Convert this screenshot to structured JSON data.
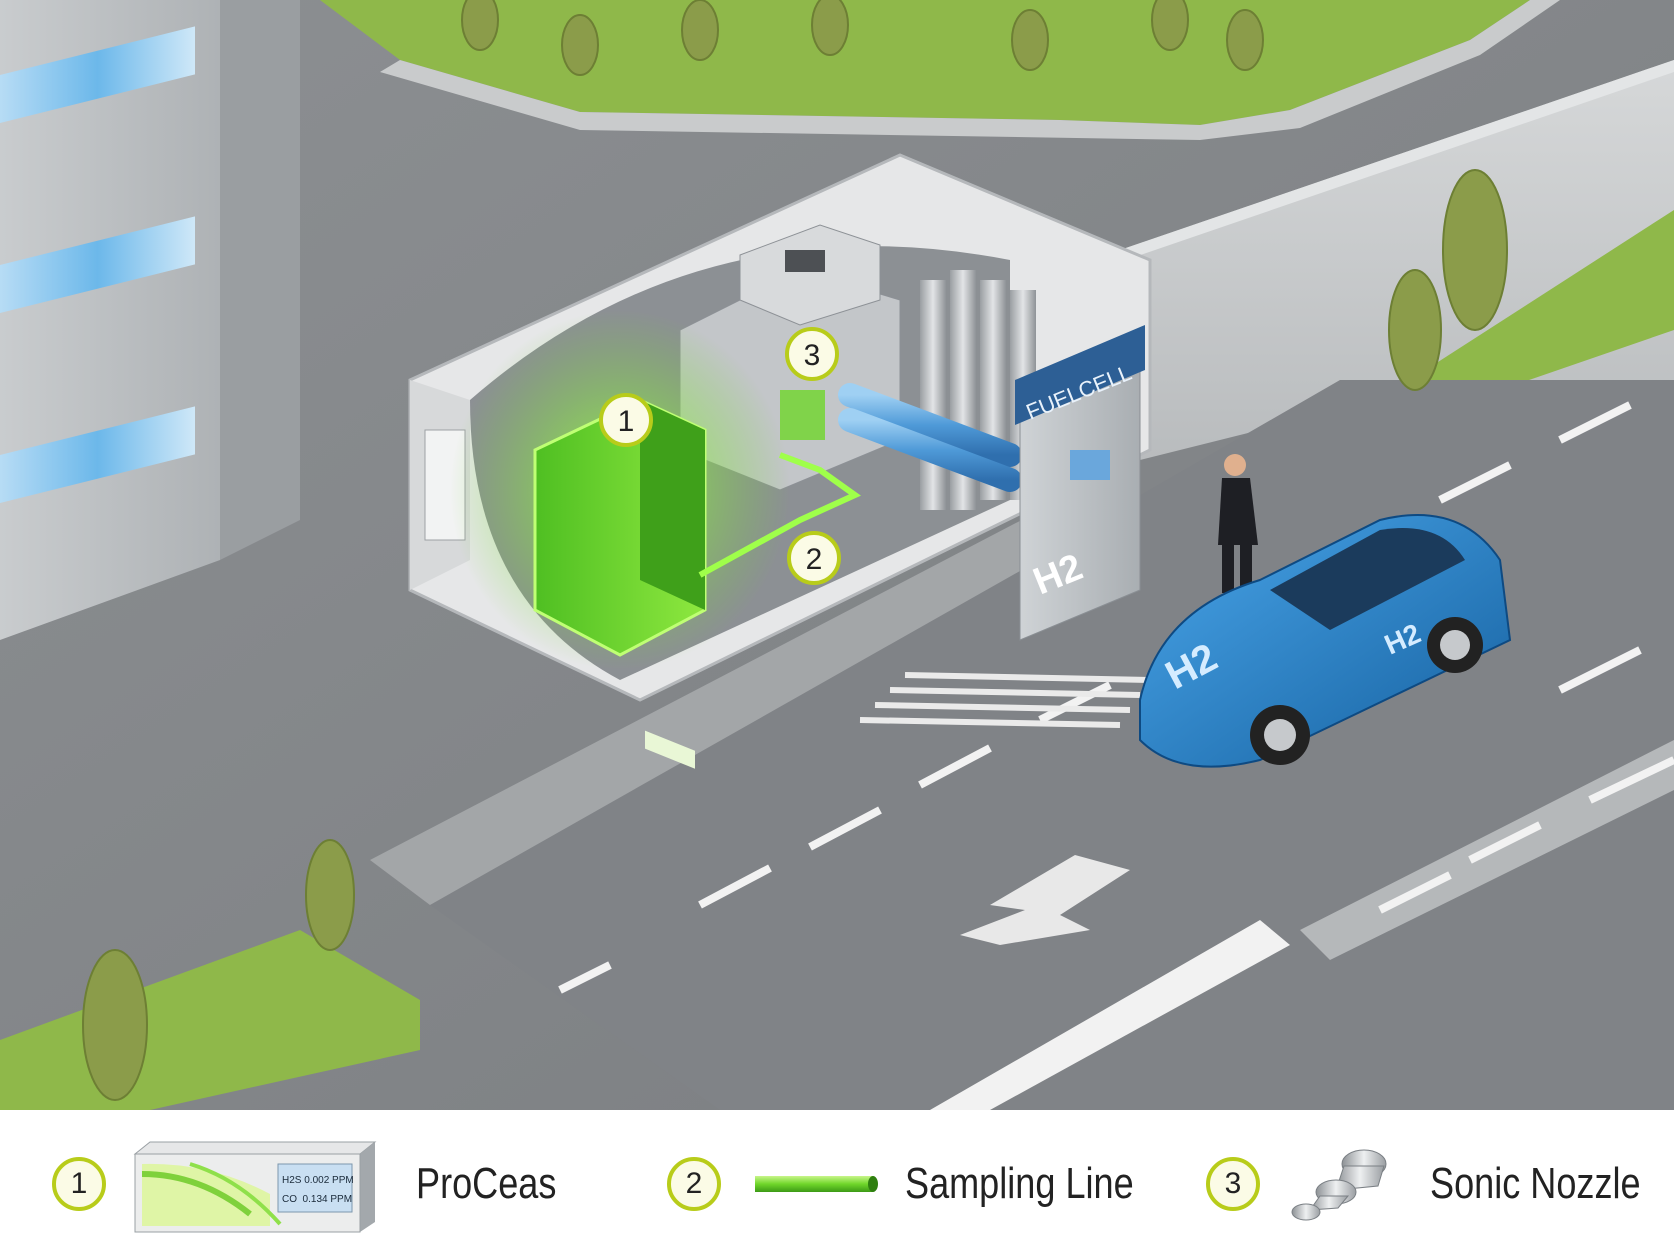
{
  "callouts": {
    "one": "1",
    "two": "2",
    "three": "3"
  },
  "dispenser": {
    "brand": "FUELCELL",
    "fuel": "H2"
  },
  "car": {
    "hood_text": "H2",
    "door_text": "H2"
  },
  "legend": {
    "items": [
      {
        "number": "1",
        "label": "ProCeas",
        "icon": "analyzer-rack-icon"
      },
      {
        "number": "2",
        "label": "Sampling Line",
        "icon": "green-tube-icon"
      },
      {
        "number": "3",
        "label": "Sonic Nozzle",
        "icon": "sonic-nozzle-icon"
      }
    ],
    "analyzer_display": {
      "line1": "H2S 0.002 PPM",
      "line2": "CO  0.134 PPM"
    }
  },
  "colors": {
    "highlight_green": "#6fd62a",
    "badge_ring": "#b8cc1a",
    "car_blue": "#1f7fcf",
    "pipe_blue": "#5fa8e0",
    "grass": "#8fb84a",
    "road": "#8a8d8f"
  }
}
